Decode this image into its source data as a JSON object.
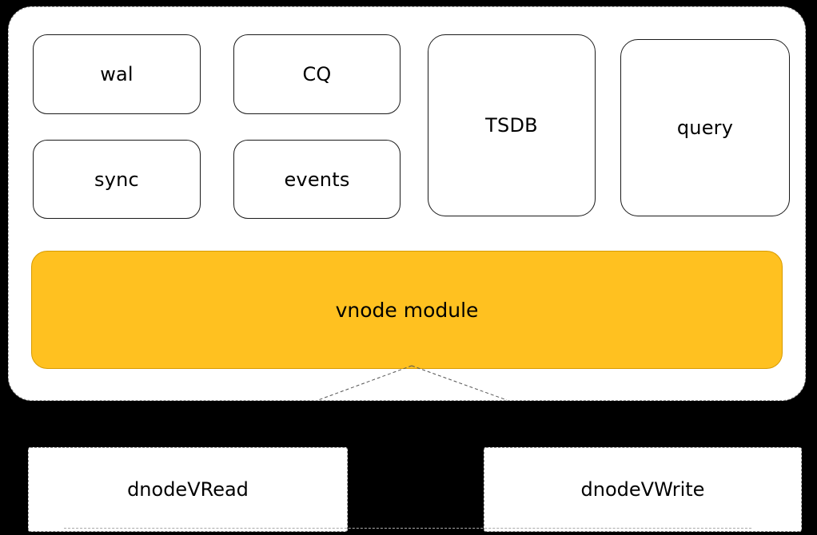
{
  "diagram": {
    "background_color": "#000000",
    "accent_color": "#ffc120",
    "modules": [
      {
        "id": "wal",
        "label": "wal"
      },
      {
        "id": "cq",
        "label": "CQ"
      },
      {
        "id": "tsdb",
        "label": "TSDB"
      },
      {
        "id": "query",
        "label": "query"
      },
      {
        "id": "sync",
        "label": "sync"
      },
      {
        "id": "events",
        "label": "events"
      }
    ],
    "vnode": {
      "label": "vnode module"
    },
    "dnodes": [
      {
        "id": "dnodeVRead",
        "label": "dnodeVRead"
      },
      {
        "id": "dnodeVWrite",
        "label": "dnodeVWrite"
      }
    ]
  }
}
